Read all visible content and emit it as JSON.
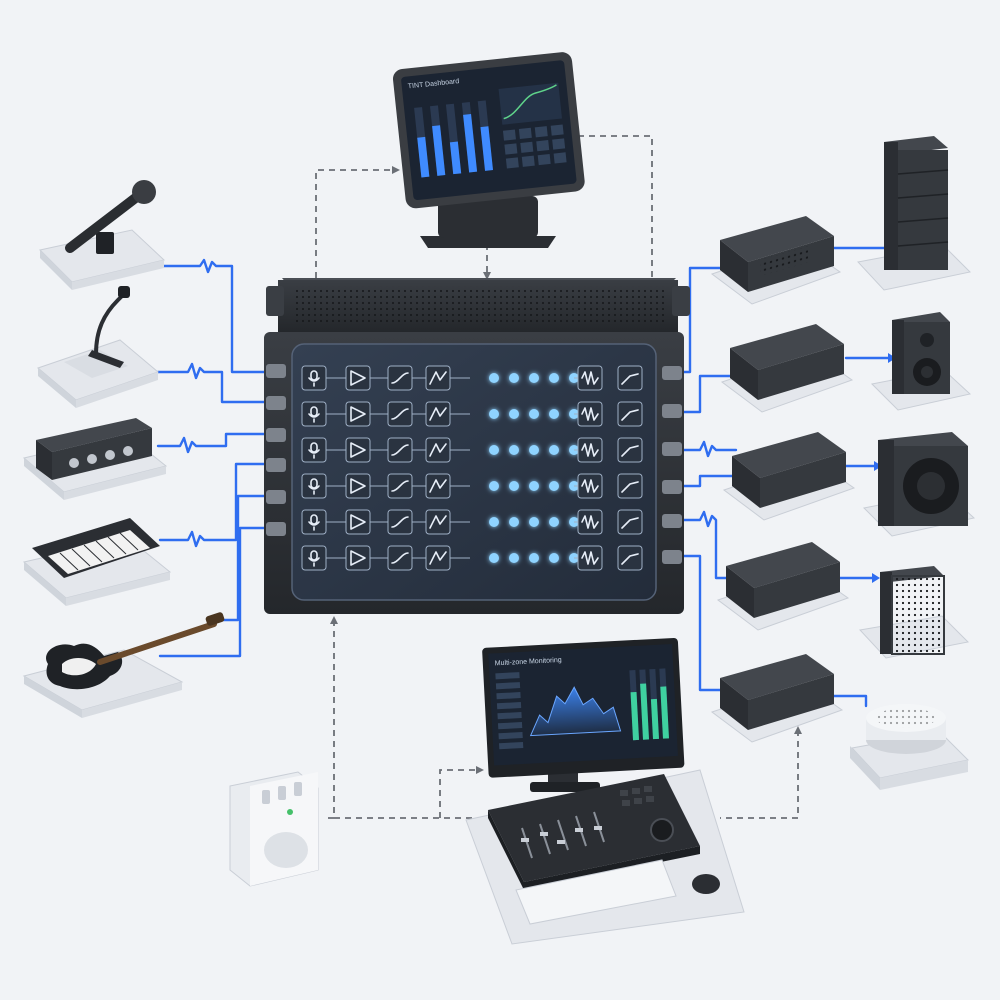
{
  "screens": {
    "tablet_header": "TINT  Dashboard",
    "workstation_header": "Multi-zone  Monitoring"
  },
  "colors": {
    "signal_cable": "#2f6df0",
    "control_link": "#6b6f76",
    "matrix_glow": "#8fd3ff",
    "chassis": "#2b2e33",
    "background": "#f1f3f6"
  },
  "inputs": [
    {
      "name": "handheld-microphone",
      "icon": "microphone-icon"
    },
    {
      "name": "gooseneck-microphone",
      "icon": "gooseneck-mic-icon"
    },
    {
      "name": "audio-interface",
      "icon": "audio-interface-icon"
    },
    {
      "name": "keyboard-synth",
      "icon": "synthesizer-icon"
    },
    {
      "name": "electric-guitar",
      "icon": "guitar-icon"
    }
  ],
  "outputs": [
    {
      "name": "line-array-speaker",
      "icon": "line-array-icon"
    },
    {
      "name": "bookshelf-speaker",
      "icon": "speaker-icon"
    },
    {
      "name": "subwoofer",
      "icon": "subwoofer-icon"
    },
    {
      "name": "column-speaker",
      "icon": "column-speaker-icon"
    },
    {
      "name": "ceiling-speaker",
      "icon": "ceiling-speaker-icon"
    }
  ],
  "channel_strip_icons": [
    "mic-input-icon",
    "gain-amp-icon",
    "eq-curve-icon",
    "dynamics-icon"
  ],
  "output_strip_icons": [
    "waveform-icon",
    "compressor-curve-icon"
  ],
  "matrix": {
    "rows": 6,
    "cols": 5
  }
}
